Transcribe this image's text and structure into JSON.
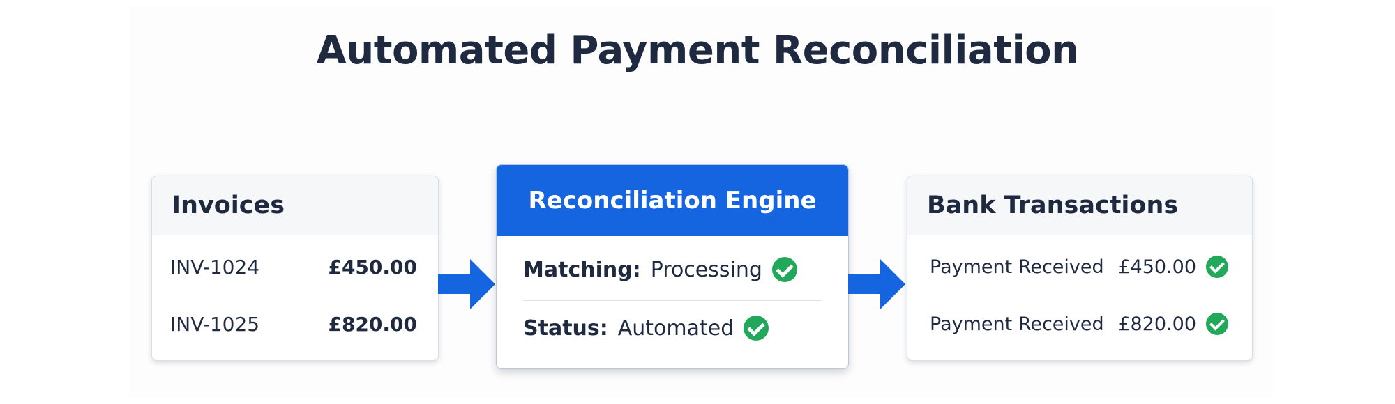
{
  "title": "Automated Payment Reconciliation",
  "invoices": {
    "header": "Invoices",
    "rows": [
      {
        "id": "INV-1024",
        "amount": "£450.00"
      },
      {
        "id": "INV-1025",
        "amount": "£820.00"
      }
    ]
  },
  "engine": {
    "header": "Reconciliation Engine",
    "rows": [
      {
        "label": "Matching:",
        "value": "Processing"
      },
      {
        "label": "Status:",
        "value": "Automated"
      }
    ]
  },
  "bank": {
    "header": "Bank Transactions",
    "rows": [
      {
        "description": "Payment Received",
        "amount": "£450.00"
      },
      {
        "description": "Payment Received",
        "amount": "£820.00"
      }
    ]
  },
  "colors": {
    "accent_blue": "#1565e0",
    "check_green": "#22a85a",
    "title_text": "#1f2a40"
  },
  "icons": [
    "check-circle-icon",
    "arrow-right-icon"
  ]
}
